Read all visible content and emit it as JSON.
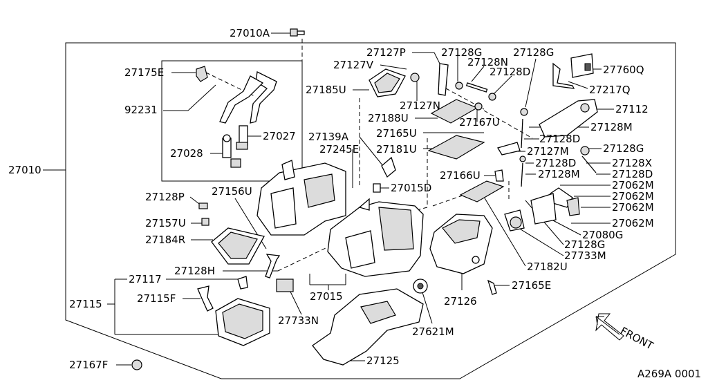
{
  "labels": {
    "p27010A": "27010A",
    "p27175E": "27175E",
    "p92231": "92231",
    "p27027": "27027",
    "p27028": "27028",
    "p27010": "27010",
    "p27127P": "27127P",
    "p27128G_a": "27128G",
    "p27128G_b": "27128G",
    "p27127V": "27127V",
    "p27128N": "27128N",
    "p27128D_a": "27128D",
    "p27185U": "27185U",
    "p27127N": "27127N",
    "p27188U": "27188U",
    "p27167U": "27167U",
    "p27760Q": "27760Q",
    "p27217Q": "27217Q",
    "p27112": "27112",
    "p27128M_a": "27128M",
    "p27165U": "27165U",
    "p27139A": "27139A",
    "p27128D_b": "27128D",
    "p27181U": "27181U",
    "p27127M": "27127M",
    "p27128G_c": "27128G",
    "p27245E": "27245E",
    "p27128X": "27128X",
    "p27128D_c": "27128D",
    "p27128D_d": "27128D",
    "p27015D": "27015D",
    "p27166U": "27166U",
    "p27128M_b": "27128M",
    "p27062M_a": "27062M",
    "p27062M_b": "27062M",
    "p27062M_c": "27062M",
    "p27062M_d": "27062M",
    "p27128P": "27128P",
    "p27156U": "27156U",
    "p27157U": "27157U",
    "p27184R": "27184R",
    "p27080G": "27080G",
    "p27128G_d": "27128G",
    "p27733M": "27733M",
    "p27182U": "27182U",
    "p27128H": "27128H",
    "p27117": "27117",
    "p27115": "27115",
    "p27115F": "27115F",
    "p27015": "27015",
    "p27126": "27126",
    "p27165E": "27165E",
    "p27733N": "27733N",
    "p27621M": "27621M",
    "p27125": "27125",
    "p27167F": "27167F",
    "front": "FRONT",
    "drawing_code": "A269A 0001"
  }
}
